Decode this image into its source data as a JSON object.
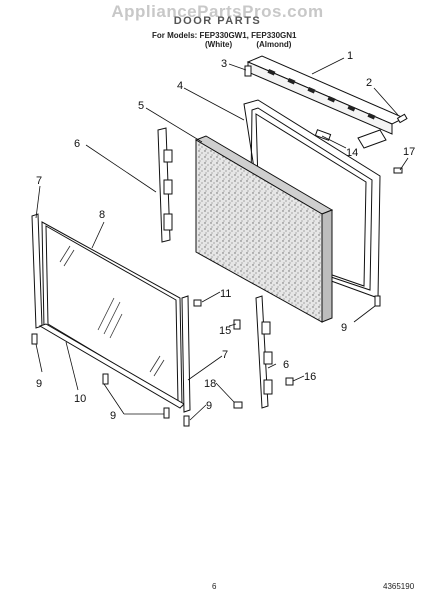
{
  "watermark": "AppliancePartsPros.com",
  "title": "DOOR PARTS",
  "models_line": "For Models: FEP330GW1, FEP330GN1",
  "variants": [
    "(White)",
    "(Almond)"
  ],
  "page_number": "6",
  "doc_number": "4365190",
  "callouts": {
    "c1": "1",
    "c2": "2",
    "c3": "3",
    "c4": "4",
    "c5": "5",
    "c6a": "6",
    "c7a": "7",
    "c8": "8",
    "c9a": "9",
    "c10": "10",
    "c11": "11",
    "c14": "14",
    "c15": "15",
    "c17": "17",
    "c9b": "9",
    "c7b": "7",
    "c6b": "6",
    "c16": "16",
    "c18": "18",
    "c9c": "9",
    "c9d": "9"
  }
}
